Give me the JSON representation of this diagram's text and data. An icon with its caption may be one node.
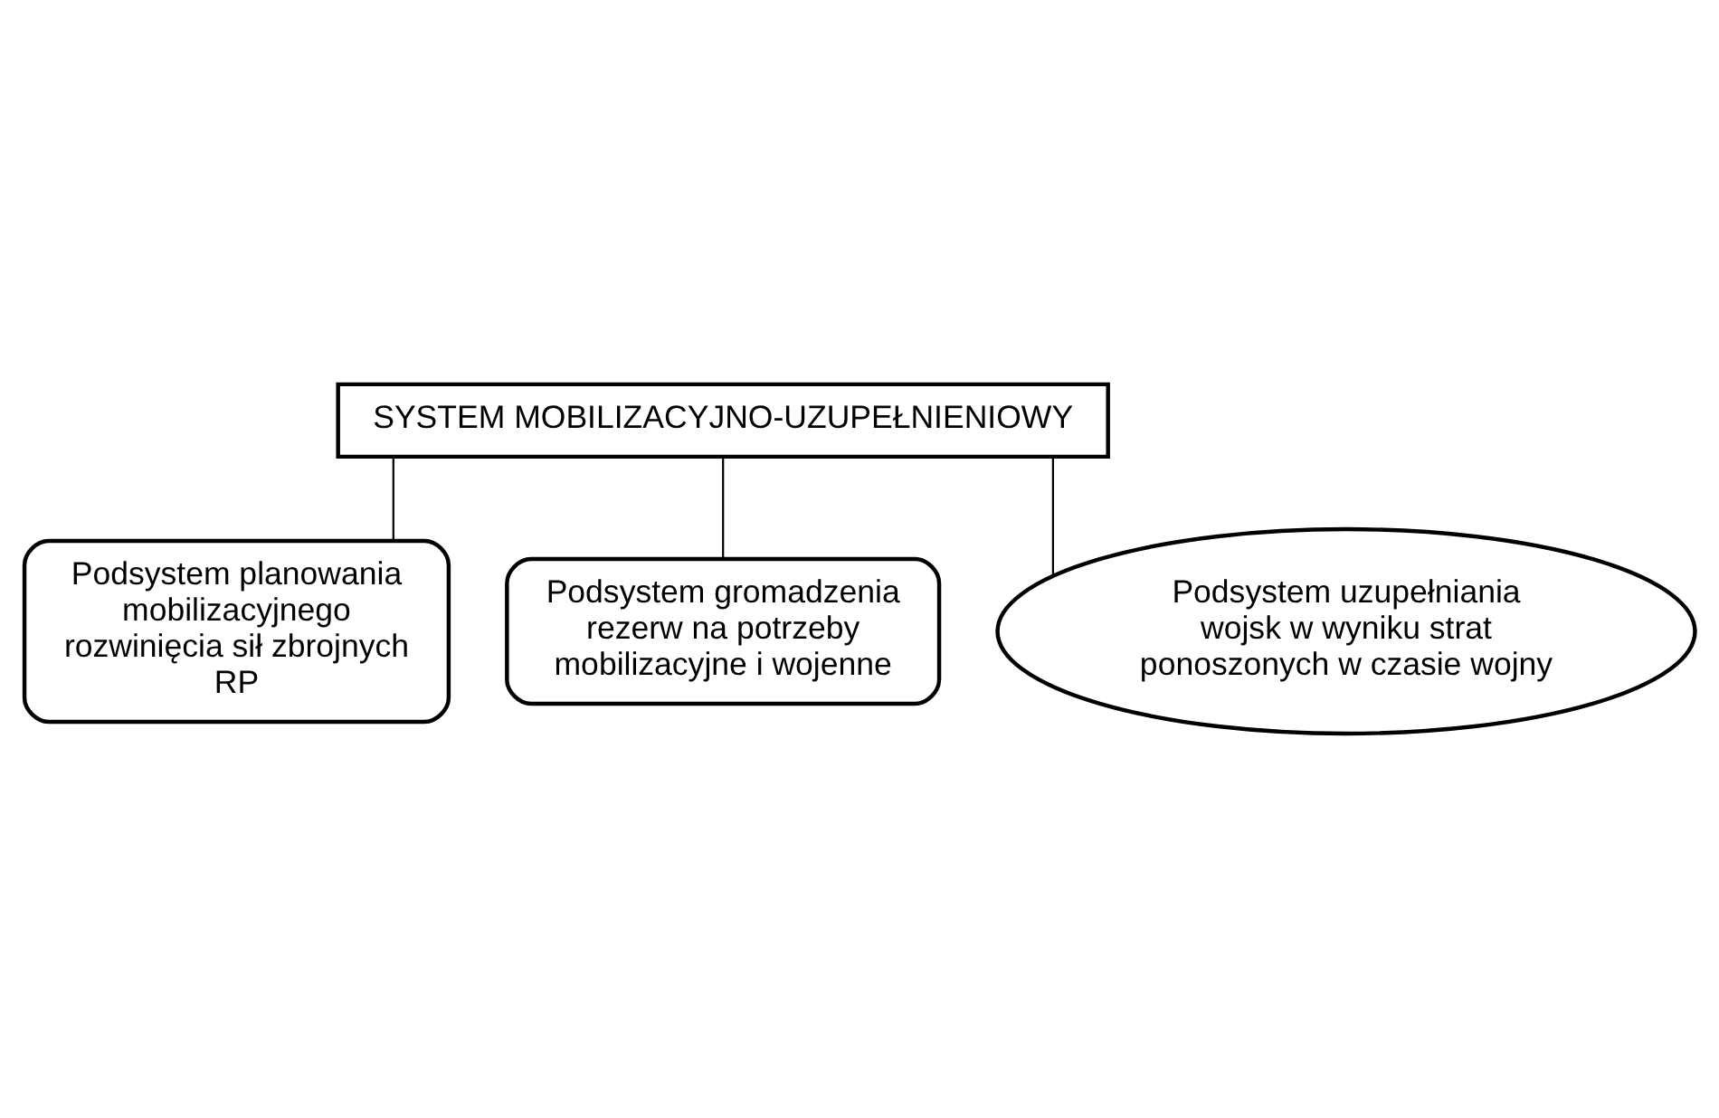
{
  "diagram": {
    "nodes": [
      {
        "text": [
          "SYSTEM MOBILIZACYJNO-UZUPEŁNIENIOWY"
        ]
      },
      {
        "text": [
          "Podsystem planowania mobilizacyjnego rozwinięcia sił zbrojnych RP"
        ]
      },
      {
        "text": [
          "Podsystem gromadzenia rezerw na potrzeby mobilizacyjne i wojenne"
        ]
      },
      {
        "text": [
          "Podsystem uzupełniania wojsk w wyniku strat ponoszonych w czasie wojny"
        ]
      }
    ],
    "edges": [
      {
        "from": 0,
        "to": 1,
        "arrow": "none"
      },
      {
        "from": 0,
        "to": 2,
        "arrow": "none"
      },
      {
        "from": 0,
        "to": 3,
        "arrow": "none"
      }
    ]
  }
}
